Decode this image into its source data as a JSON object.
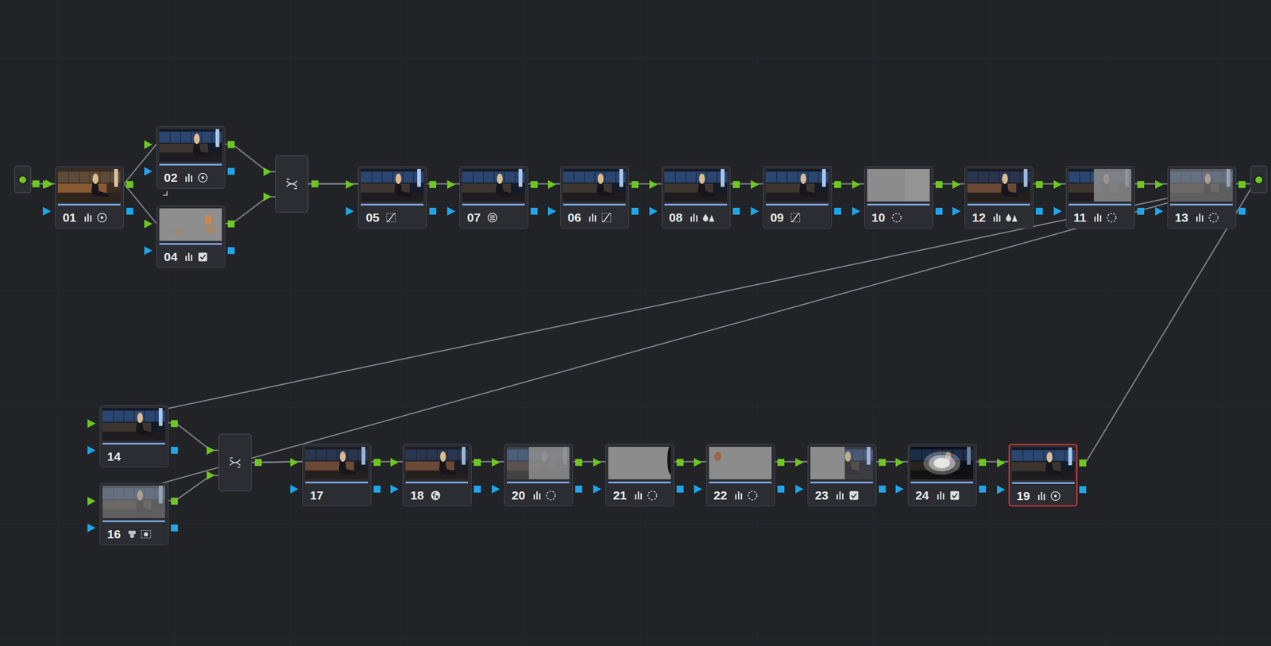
{
  "diagram": {
    "nodes": [
      {
        "text": [
          "01"
        ]
      },
      {
        "text": [
          "02"
        ]
      },
      {
        "text": [
          "04"
        ]
      },
      {
        "text": [
          "05"
        ]
      },
      {
        "text": [
          "07"
        ]
      },
      {
        "text": [
          "06"
        ]
      },
      {
        "text": [
          "08"
        ]
      },
      {
        "text": [
          "09"
        ]
      },
      {
        "text": [
          "10"
        ]
      },
      {
        "text": [
          "12"
        ]
      },
      {
        "text": [
          "11"
        ]
      },
      {
        "text": [
          "13"
        ]
      },
      {
        "text": [
          "14"
        ]
      },
      {
        "text": [
          "16"
        ]
      },
      {
        "text": [
          "17"
        ]
      },
      {
        "text": [
          "18"
        ]
      },
      {
        "text": [
          "20"
        ]
      },
      {
        "text": [
          "21"
        ]
      },
      {
        "text": [
          "22"
        ]
      },
      {
        "text": [
          "23"
        ]
      },
      {
        "text": [
          "24"
        ]
      },
      {
        "text": [
          "19"
        ]
      }
    ],
    "edges": [
      {
        "from": 0,
        "to": 1,
        "arrow": "none"
      },
      {
        "from": 0,
        "to": 2,
        "arrow": "none"
      },
      {
        "from": 1,
        "to": 3,
        "arrow": "none"
      },
      {
        "from": 2,
        "to": 3,
        "arrow": "none"
      },
      {
        "from": 3,
        "to": 4,
        "arrow": "none"
      },
      {
        "from": 4,
        "to": 5,
        "arrow": "none"
      },
      {
        "from": 5,
        "to": 6,
        "arrow": "none"
      },
      {
        "from": 6,
        "to": 7,
        "arrow": "none"
      },
      {
        "from": 7,
        "to": 8,
        "arrow": "none"
      },
      {
        "from": 8,
        "to": 9,
        "arrow": "none"
      },
      {
        "from": 9,
        "to": 10,
        "arrow": "none"
      },
      {
        "from": 10,
        "to": 11,
        "arrow": "none"
      },
      {
        "from": 11,
        "to": 12,
        "arrow": "none"
      },
      {
        "from": 11,
        "to": 13,
        "arrow": "none"
      },
      {
        "from": 12,
        "to": 14,
        "arrow": "none"
      },
      {
        "from": 13,
        "to": 14,
        "arrow": "none"
      },
      {
        "from": 14,
        "to": 15,
        "arrow": "none"
      },
      {
        "from": 15,
        "to": 16,
        "arrow": "none"
      },
      {
        "from": 16,
        "to": 17,
        "arrow": "none"
      },
      {
        "from": 17,
        "to": 18,
        "arrow": "none"
      },
      {
        "from": 18,
        "to": 19,
        "arrow": "none"
      },
      {
        "from": 19,
        "to": 20,
        "arrow": "none"
      },
      {
        "from": 20,
        "to": 21,
        "arrow": "none"
      }
    ]
  }
}
